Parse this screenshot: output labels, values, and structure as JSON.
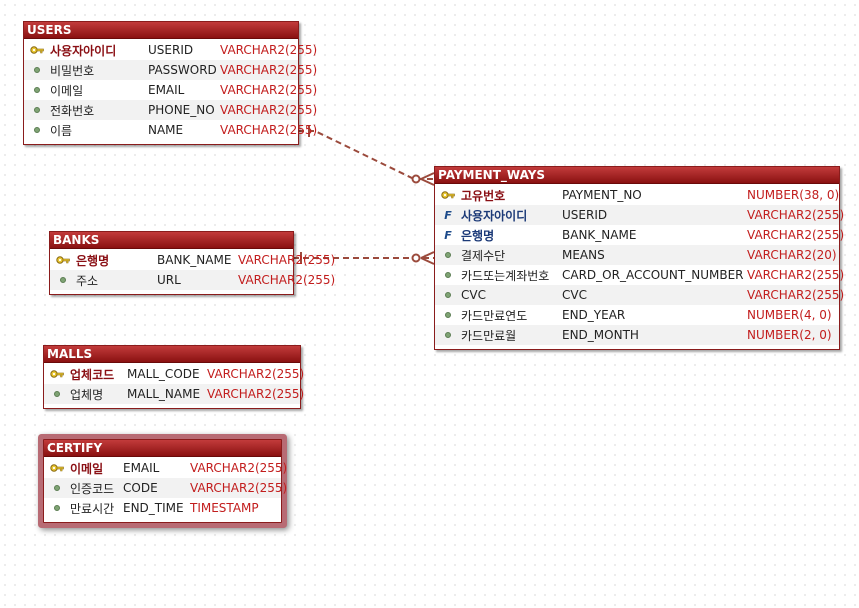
{
  "colors": {
    "header_top": "#c23b3b",
    "header_bottom": "#8a1111",
    "border": "#8a1c1c",
    "type_text": "#c21d1d",
    "pk_text": "#8a0f14",
    "fk_text": "#1c3a78",
    "relation_line": "#9b4a3c"
  },
  "entities": {
    "users": {
      "title": "USERS",
      "columns": [
        {
          "logical": "사용자아이디",
          "name": "USERID",
          "type": "VARCHAR2(255)",
          "key": "pk"
        },
        {
          "logical": "비밀번호",
          "name": "PASSWORD",
          "type": "VARCHAR2(255)",
          "key": "none"
        },
        {
          "logical": "이메일",
          "name": "EMAIL",
          "type": "VARCHAR2(255)",
          "key": "none"
        },
        {
          "logical": "전화번호",
          "name": "PHONE_NO",
          "type": "VARCHAR2(255)",
          "key": "none"
        },
        {
          "logical": "이름",
          "name": "NAME",
          "type": "VARCHAR2(255)",
          "key": "none"
        }
      ]
    },
    "banks": {
      "title": "BANKS",
      "columns": [
        {
          "logical": "은행명",
          "name": "BANK_NAME",
          "type": "VARCHAR2(255)",
          "key": "pk"
        },
        {
          "logical": "주소",
          "name": "URL",
          "type": "VARCHAR2(255)",
          "key": "none"
        }
      ]
    },
    "malls": {
      "title": "MALLS",
      "columns": [
        {
          "logical": "업체코드",
          "name": "MALL_CODE",
          "type": "VARCHAR2(255)",
          "key": "pk"
        },
        {
          "logical": "업체명",
          "name": "MALL_NAME",
          "type": "VARCHAR2(255)",
          "key": "none"
        }
      ]
    },
    "certify": {
      "title": "CERTIFY",
      "columns": [
        {
          "logical": "이메일",
          "name": "EMAIL",
          "type": "VARCHAR2(255)",
          "key": "pk"
        },
        {
          "logical": "인증코드",
          "name": "CODE",
          "type": "VARCHAR2(255)",
          "key": "none"
        },
        {
          "logical": "만료시간",
          "name": "END_TIME",
          "type": "TIMESTAMP",
          "key": "none"
        }
      ]
    },
    "payment_ways": {
      "title": "PAYMENT_WAYS",
      "columns": [
        {
          "logical": "고유번호",
          "name": "PAYMENT_NO",
          "type": "NUMBER(38, 0)",
          "key": "pk"
        },
        {
          "logical": "사용자아이디",
          "name": "USERID",
          "type": "VARCHAR2(255)",
          "key": "fk"
        },
        {
          "logical": "은행명",
          "name": "BANK_NAME",
          "type": "VARCHAR2(255)",
          "key": "fk"
        },
        {
          "logical": "결제수단",
          "name": "MEANS",
          "type": "VARCHAR2(20)",
          "key": "none"
        },
        {
          "logical": "카드또는계좌번호",
          "name": "CARD_OR_ACCOUNT_NUMBER",
          "type": "VARCHAR2(255)",
          "key": "none"
        },
        {
          "logical": "CVC",
          "name": "CVC",
          "type": "VARCHAR2(255)",
          "key": "none"
        },
        {
          "logical": "카드만료연도",
          "name": "END_YEAR",
          "type": "NUMBER(4, 0)",
          "key": "none"
        },
        {
          "logical": "카드만료월",
          "name": "END_MONTH",
          "type": "NUMBER(2, 0)",
          "key": "none"
        }
      ]
    }
  },
  "relations": [
    {
      "from": "users",
      "to": "payment_ways",
      "parent_end": "one",
      "child_end": "zero-or-many",
      "style": "dashed"
    },
    {
      "from": "banks",
      "to": "payment_ways",
      "parent_end": "one",
      "child_end": "zero-or-many",
      "style": "dashed"
    }
  ]
}
